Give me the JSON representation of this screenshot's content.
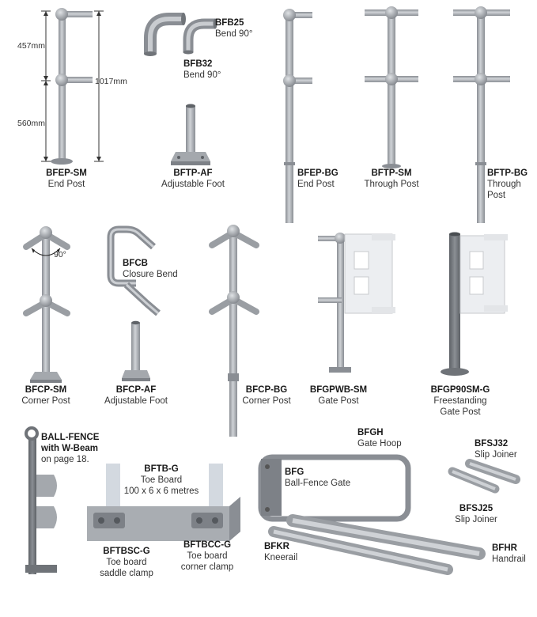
{
  "dimensions": {
    "upper": "457mm",
    "lower": "560mm",
    "total": "1017mm",
    "angle": "90°"
  },
  "products": [
    {
      "code": "BFEP-SM",
      "name": "End Post"
    },
    {
      "code": "BFB25",
      "name": "Bend 90°"
    },
    {
      "code": "BFB32",
      "name": "Bend 90°"
    },
    {
      "code": "BFTP-AF",
      "name": "Adjustable Foot"
    },
    {
      "code": "BFEP-BG",
      "name": "End Post"
    },
    {
      "code": "BFTP-SM",
      "name": "Through Post"
    },
    {
      "code": "BFTP-BG",
      "name": "Through",
      "name2": "Post"
    },
    {
      "code": "BFCP-SM",
      "name": "Corner Post"
    },
    {
      "code": "BFCB",
      "name": "Closure Bend"
    },
    {
      "code": "BFCP-AF",
      "name": "Adjustable Foot"
    },
    {
      "code": "BFCP-BG",
      "name": "Corner Post"
    },
    {
      "code": "BFGPWB-SM",
      "name": "Gate Post"
    },
    {
      "code": "BFGP90SM-G",
      "name": "Freestanding",
      "name2": "Gate Post"
    },
    {
      "code": "BALL-FENCE",
      "name": "with W-Beam",
      "name2": "on page 18."
    },
    {
      "code": "BFTB-G",
      "name": "Toe Board",
      "name2": "100 x 6 x 6 metres"
    },
    {
      "code": "BFTBSC-G",
      "name": "Toe board",
      "name2": "saddle clamp"
    },
    {
      "code": "BFTBCC-G",
      "name": "Toe board",
      "name2": "corner clamp"
    },
    {
      "code": "BFGH",
      "name": "Gate Hoop"
    },
    {
      "code": "BFG",
      "name": "Ball-Fence Gate"
    },
    {
      "code": "BFSJ32",
      "name": "Slip Joiner"
    },
    {
      "code": "BFSJ25",
      "name": "Slip Joiner"
    },
    {
      "code": "BFKR",
      "name": "Kneerail"
    },
    {
      "code": "BFHR",
      "name": "Handrail"
    }
  ],
  "colors": {
    "metal": "#a9adb2",
    "metal_dark": "#7d8187",
    "metal_light": "#d3d6da",
    "gate_panel": "#e9ebee",
    "dark_post": "#6f7378"
  }
}
